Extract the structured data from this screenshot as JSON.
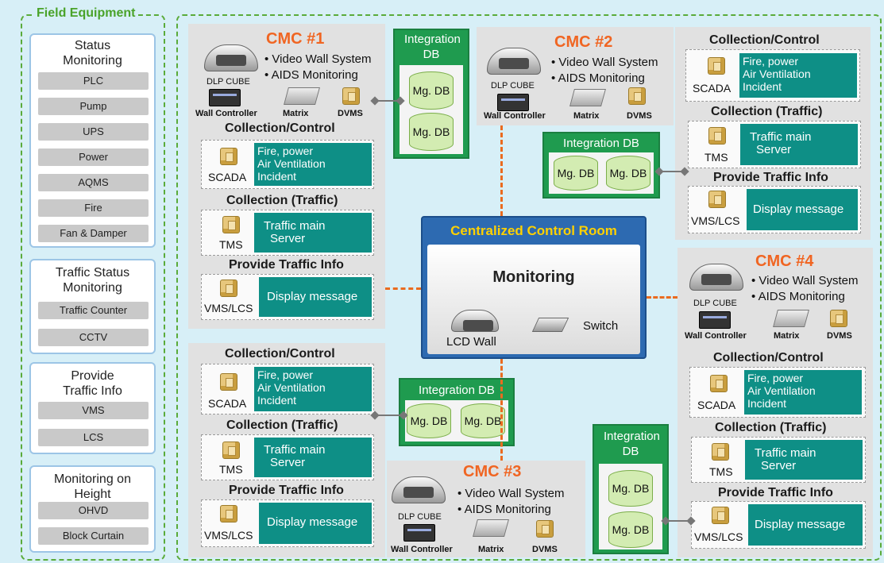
{
  "field_equipment": {
    "title": "Field Equipment",
    "groups": [
      {
        "title": "Status Monitoring",
        "items": [
          "PLC",
          "Pump",
          "UPS",
          "Power",
          "AQMS",
          "Fire",
          "Fan & Damper"
        ]
      },
      {
        "title": "Traffic Status Monitoring",
        "items": [
          "Traffic Counter",
          "CCTV"
        ]
      },
      {
        "title": "Provide Traffic Info",
        "items": [
          "VMS",
          "LCS"
        ]
      },
      {
        "title": "Monitoring on Height",
        "items": [
          "OHVD",
          "Block Curtain"
        ]
      }
    ]
  },
  "labels": {
    "collection_control": "Collection/Control",
    "collection_traffic": "Collection (Traffic)",
    "provide_traffic_info": "Provide Traffic Info",
    "scada": "SCADA",
    "tms": "TMS",
    "vms_lcs": "VMS/LCS",
    "scada_lines": [
      "Fire, power",
      "Air Ventilation",
      "Incident"
    ],
    "tms_lines": [
      "Traffic main",
      "Server"
    ],
    "vms_line": "Display message",
    "video_wall": "• Video Wall System",
    "aids": "• AIDS Monitoring",
    "dlp_cube": "DLP CUBE",
    "wall_controller": "Wall Controller",
    "matrix": "Matrix",
    "dvms": "DVMS",
    "integration_db": "Integration DB",
    "mg_db": "Mg. DB"
  },
  "cmc": {
    "cmc1": "CMC #1",
    "cmc2": "CMC #2",
    "cmc3": "CMC #3",
    "cmc4": "CMC #4"
  },
  "control_room": {
    "title": "Centralized Control Room",
    "monitoring": "Monitoring",
    "lcd_wall": "LCD Wall",
    "switch": "Switch"
  },
  "colors": {
    "background": "#d7eff7",
    "frame": "#5aab3a",
    "cmc_title": "#f06522",
    "teal": "#0e8f86",
    "integration_db": "#1f9b4f",
    "control_room": "#2d6ab1",
    "control_room_title": "#ffd100",
    "link": "#ea6b1f"
  }
}
